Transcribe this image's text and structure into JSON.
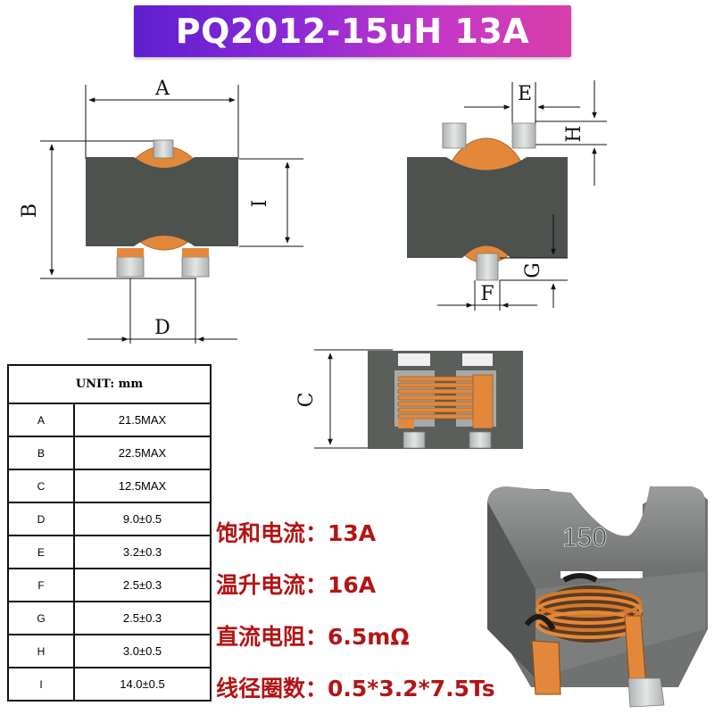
{
  "title": "PQ2012-15uH 13A",
  "dimension_letters": {
    "a": "A",
    "b": "B",
    "c": "C",
    "d": "D",
    "e": "E",
    "f": "F",
    "g": "G",
    "h": "H",
    "i": "I"
  },
  "table": {
    "header": "UNIT: mm",
    "rows": [
      {
        "label": "A",
        "value": "21.5MAX"
      },
      {
        "label": "B",
        "value": "22.5MAX"
      },
      {
        "label": "C",
        "value": "12.5MAX"
      },
      {
        "label": "D",
        "value": "9.0±0.5"
      },
      {
        "label": "E",
        "value": "3.2±0.3"
      },
      {
        "label": "F",
        "value": "2.5±0.3"
      },
      {
        "label": "G",
        "value": "2.5±0.3"
      },
      {
        "label": "H",
        "value": "3.0±0.5"
      },
      {
        "label": "I",
        "value": "14.0±0.5"
      }
    ]
  },
  "specs": [
    {
      "label": "饱和电流：",
      "value": "13A"
    },
    {
      "label": "温升电流：",
      "value": "16A"
    },
    {
      "label": "直流电阻：",
      "value": "6.5mΩ"
    },
    {
      "label": "线径圈数：",
      "value": "0.5*3.2*7.5Ts"
    }
  ],
  "product_marking": "150",
  "colors": {
    "core": "#4d524f",
    "copper": "#e3883a",
    "pin": "#c9cccc",
    "spec_text": "#b41414"
  }
}
